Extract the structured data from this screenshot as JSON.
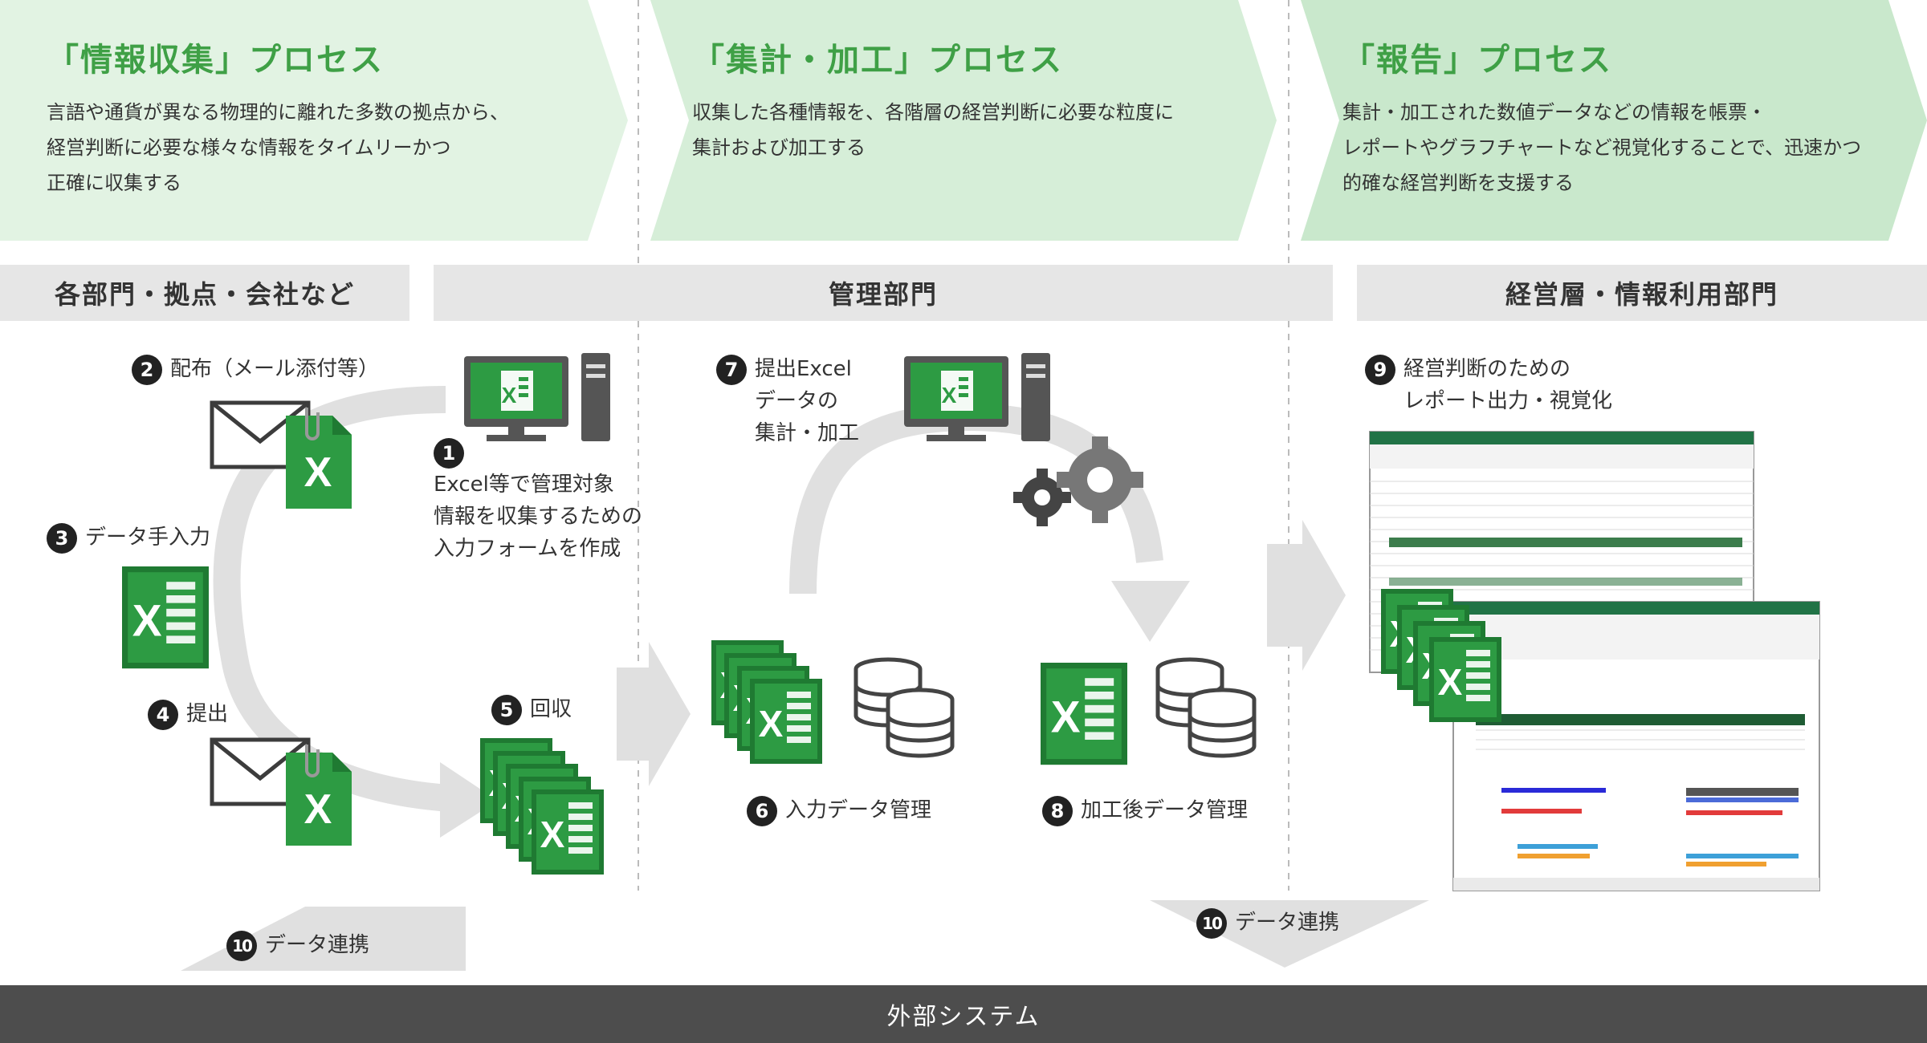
{
  "phases": [
    {
      "title": "「情報収集」プロセス",
      "lines": [
        "言語や通貨が異なる物理的に離れた多数の拠点から、",
        "経営判断に必要な様々な情報をタイムリーかつ",
        "正確に収集する"
      ]
    },
    {
      "title": "「集計・加工」プロセス",
      "lines": [
        "収集した各種情報を、各階層の経営判断に必要な粒度に",
        "集計および加工する"
      ]
    },
    {
      "title": "「報告」プロセス",
      "lines": [
        "集計・加工された数値データなどの情報を帳票・",
        "レポートやグラフチャートなど視覚化することで、迅速かつ",
        "的確な経営判断を支援する"
      ]
    }
  ],
  "departments": [
    "各部門・拠点・会社など",
    "管理部門",
    "経営層・情報利用部門"
  ],
  "steps": {
    "s1": {
      "num": "1",
      "lines": [
        "Excel等で管理対象",
        "情報を収集するための",
        "入力フォームを作成"
      ]
    },
    "s2": {
      "num": "2",
      "text": "配布（メール添付等）"
    },
    "s3": {
      "num": "3",
      "text": "データ手入力"
    },
    "s4": {
      "num": "4",
      "text": "提出"
    },
    "s5": {
      "num": "5",
      "text": "回収"
    },
    "s6": {
      "num": "6",
      "text": "入力データ管理"
    },
    "s7": {
      "num": "7",
      "lines": [
        "提出Excel",
        "データの",
        "集計・加工"
      ]
    },
    "s8": {
      "num": "8",
      "text": "加工後データ管理"
    },
    "s9": {
      "num": "9",
      "lines": [
        "経営判断のための",
        "レポート出力・視覚化"
      ]
    },
    "s10a": {
      "num": "10",
      "text": "データ連携"
    },
    "s10b": {
      "num": "10",
      "text": "データ連携"
    }
  },
  "footer": "外部システム",
  "icons": {
    "excel_letter": "X"
  },
  "colors": {
    "green": "#3fa046",
    "excel_dark": "#1f7a32",
    "excel_mid": "#2d9b43",
    "phase_bg": "#e2f3e3",
    "arrow_gray": "#e0e0e0",
    "dark": "#4d4d4d"
  }
}
